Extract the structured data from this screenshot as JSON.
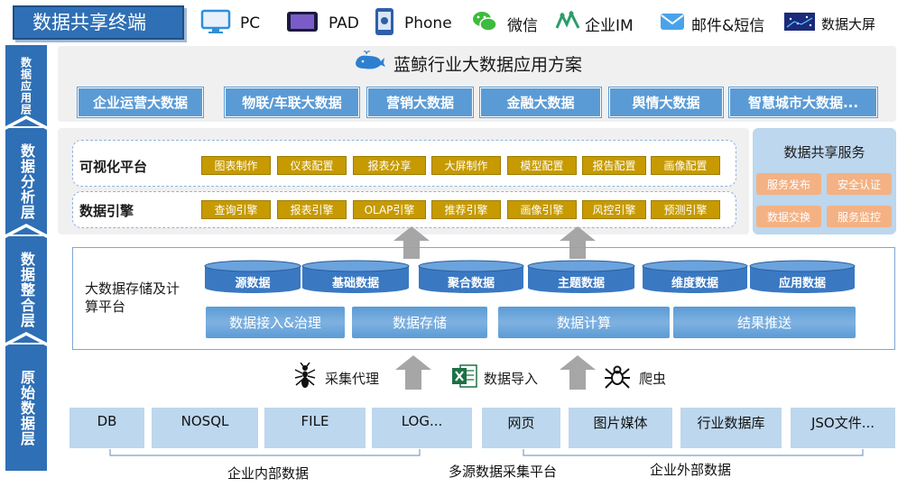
{
  "header": {
    "title": "数据共享终端",
    "terminals": [
      {
        "label": "PC",
        "icon": "monitor-icon"
      },
      {
        "label": "PAD",
        "icon": "tablet-icon"
      },
      {
        "label": "Phone",
        "icon": "phone-icon"
      },
      {
        "label": "微信",
        "icon": "wechat-icon"
      },
      {
        "label": "企业IM",
        "icon": "im-icon"
      },
      {
        "label": "邮件&短信",
        "icon": "mail-icon"
      },
      {
        "label": "数据大屏",
        "icon": "big-screen-icon"
      }
    ]
  },
  "layers": [
    "数据应用层",
    "数据分析层",
    "数据整合层",
    "原始数据层"
  ],
  "application": {
    "title": "蓝鲸行业大数据应用方案",
    "tabs": [
      "企业运营大数据",
      "物联/车联大数据",
      "营销大数据",
      "金融大数据",
      "舆情大数据",
      "智慧城市大数据..."
    ]
  },
  "analysis": {
    "visualization": {
      "label": "可视化平台",
      "items": [
        "图表制作",
        "仪表配置",
        "报表分享",
        "大屏制作",
        "模型配置",
        "报告配置",
        "画像配置"
      ]
    },
    "engine": {
      "label": "数据引擎",
      "items": [
        "查询引擎",
        "报表引擎",
        "OLAP引擎",
        "推荐引擎",
        "画像引擎",
        "风控引擎",
        "预测引擎"
      ]
    },
    "sharing": {
      "title": "数据共享服务",
      "items": [
        "服务发布",
        "安全认证",
        "数据交换",
        "服务监控"
      ]
    }
  },
  "integration": {
    "label": "大数据存储及计算平台",
    "databases": [
      "源数据",
      "基础数据",
      "聚合数据",
      "主题数据",
      "维度数据",
      "应用数据"
    ],
    "pipes": [
      "数据接入&治理",
      "数据存储",
      "数据计算",
      "结果推送"
    ]
  },
  "collection": {
    "items": [
      {
        "label": "采集代理",
        "icon": "ant-icon"
      },
      {
        "label": "数据导入",
        "icon": "excel-icon"
      },
      {
        "label": "爬虫",
        "icon": "spider-icon"
      }
    ]
  },
  "raw": {
    "internal": [
      "DB",
      "NOSQL",
      "FILE",
      "LOG..."
    ],
    "external": [
      "网页",
      "图片媒体",
      "行业数据库",
      "JSO文件..."
    ],
    "internal_label": "企业内部数据",
    "platform_label": "多源数据采集平台",
    "external_label": "企业外部数据"
  },
  "colors": {
    "primary": "#2f6fb5",
    "tab": "#5b9bd5",
    "gold": "#c69a00",
    "service": "#f4b183",
    "source": "#bdd7ee",
    "arrow": "#a6a6a6"
  }
}
